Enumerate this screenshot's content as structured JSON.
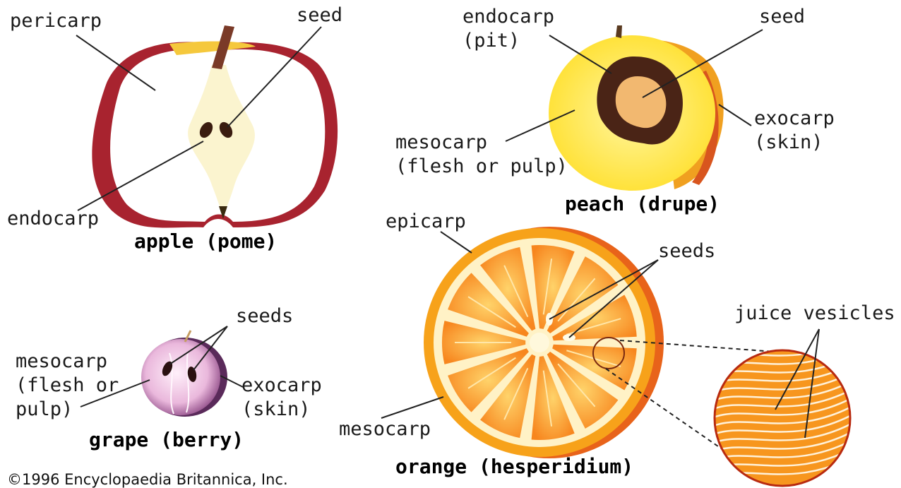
{
  "apple": {
    "caption": "apple (pome)",
    "labels": {
      "pericarp": "pericarp",
      "seed": "seed",
      "endocarp": "endocarp"
    },
    "colors": {
      "flesh": "#ffffff",
      "skin": "#a8232f",
      "core": "#fbf4cf"
    }
  },
  "peach": {
    "caption": "peach (drupe)",
    "labels": {
      "endocarp_1": "endocarp",
      "endocarp_2": "(pit)",
      "seed": "seed",
      "mesocarp_1": "mesocarp",
      "mesocarp_2": "(flesh or pulp)",
      "exocarp_1": "exocarp",
      "exocarp_2": "(skin)"
    },
    "colors": {
      "flesh": "#ffe84a",
      "pit": "#4a2416",
      "seed": "#f2b870"
    }
  },
  "grape": {
    "caption": "grape (berry)",
    "labels": {
      "seeds": "seeds",
      "mesocarp_1": "mesocarp",
      "mesocarp_2": "(flesh or",
      "mesocarp_3": "pulp)",
      "exocarp_1": "exocarp",
      "exocarp_2": "(skin)"
    },
    "colors": {
      "flesh": "#f2c6e6",
      "skin": "#5a2a5a"
    }
  },
  "orange": {
    "caption": "orange (hesperidium)",
    "labels": {
      "epicarp": "epicarp",
      "seeds": "seeds",
      "mesocarp": "mesocarp",
      "juice_vesicles": "juice vesicles"
    },
    "colors": {
      "rind": "#f7a21a",
      "segment": "#f78c1e",
      "pith": "#fff2c6"
    }
  },
  "copyright": "©1996 Encyclopaedia Britannica, Inc."
}
